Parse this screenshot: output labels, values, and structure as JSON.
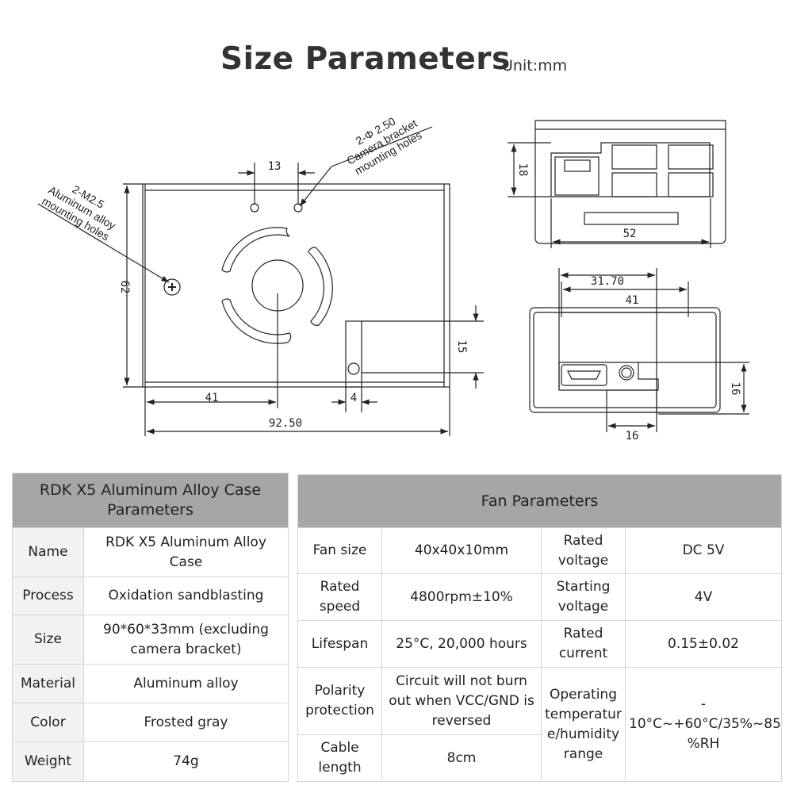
{
  "header": {
    "title": "Size Parameters",
    "unit": "Unit:mm"
  },
  "drawing": {
    "front_view": {
      "dim_width": "92.50",
      "dim_height": "62",
      "dim_fan_offset": "41",
      "dim_hole_spacing": "13",
      "dim_connector_width": "4",
      "dim_connector_height": "15",
      "camera_note": [
        "2-Φ 2.50",
        "Camera bracket",
        "mounting holes"
      ],
      "alloy_note": [
        "2-M2.5",
        "Aluminum alloy",
        "mounting holes"
      ]
    },
    "side_view_ports": {
      "dim_height": "18",
      "dim_width": "52"
    },
    "side_view_hdmi": {
      "dim_a": "31.70",
      "dim_b": "41",
      "dim_height": "16",
      "dim_width": "16"
    }
  },
  "case_table": {
    "title": "RDK X5 Aluminum Alloy Case Parameters",
    "rows": [
      {
        "label": "Name",
        "value": "RDK X5 Aluminum Alloy Case"
      },
      {
        "label": "Process",
        "value": "Oxidation sandblasting"
      },
      {
        "label": "Size",
        "value": "90*60*33mm (excluding camera bracket)"
      },
      {
        "label": "Material",
        "value": "Aluminum alloy"
      },
      {
        "label": "Color",
        "value": "Frosted gray"
      },
      {
        "label": "Weight",
        "value": "74g"
      }
    ]
  },
  "fan_table": {
    "title": "Fan Parameters",
    "rows": [
      {
        "label": "Fan size",
        "value": "40x40x10mm",
        "label2": "Rated voltage",
        "value2": "DC 5V"
      },
      {
        "label": "Rated speed",
        "value": "4800rpm±10%",
        "label2": "Starting voltage",
        "value2": "4V"
      },
      {
        "label": "Lifespan",
        "value": "25°C, 20,000 hours",
        "label2": "Rated current",
        "value2": "0.15±0.02"
      },
      {
        "label": "Polarity protection",
        "value": "Circuit will not burn out when VCC/GND is reversed",
        "label2": "Operating temperatur e/humidity range",
        "value2": "- 10°C~+60°C/35%~85 %RH"
      },
      {
        "label": "Cable length",
        "value": "8cm"
      }
    ]
  }
}
